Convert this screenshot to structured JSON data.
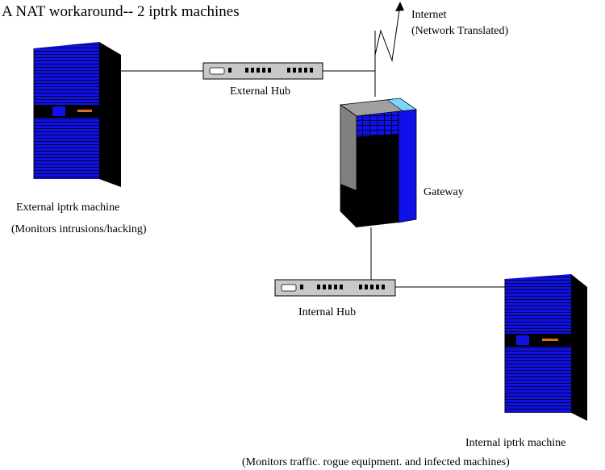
{
  "title": "A NAT workaround-- 2 iptrk machines",
  "internet": {
    "label": "Internet",
    "sublabel": "(Network Translated)"
  },
  "external_hub": {
    "label": "External Hub"
  },
  "internal_hub": {
    "label": "Internal Hub"
  },
  "gateway": {
    "label": "Gateway"
  },
  "external_machine": {
    "label": "External iptrk machine",
    "description": "(Monitors intrusions/hacking)"
  },
  "internal_machine": {
    "label": "Internal iptrk machine",
    "description": "(Monitors traffic. rogue equipment. and infected machines)"
  },
  "colors": {
    "server_blue": "#1010e8",
    "server_dark": "#000000",
    "gateway_gray": "#808080",
    "gateway_light": "#a0a0a0",
    "gateway_cyan": "#7fd4ff",
    "hub_gray": "#c8c8c8",
    "accent_orange": "#e07020"
  }
}
